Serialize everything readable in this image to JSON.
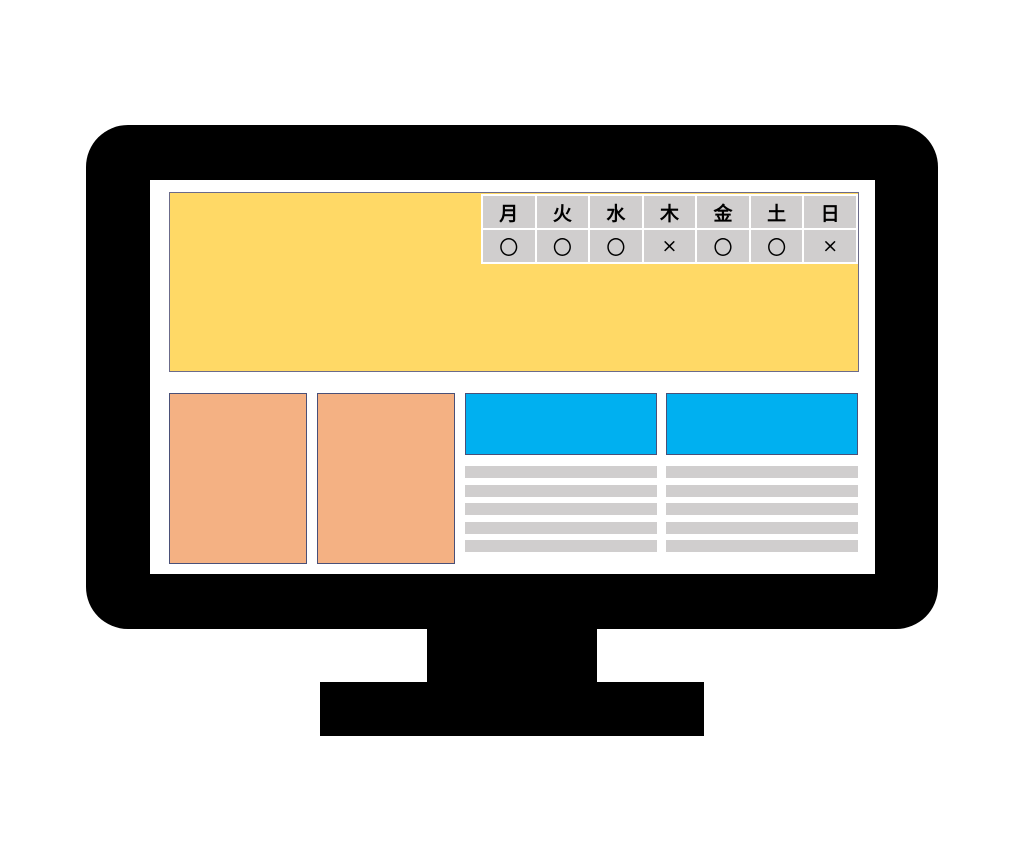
{
  "colors": {
    "monitor": "#000000",
    "screen": "#ffffff",
    "hero": "#ffd966",
    "schedule_cell": "#d0cece",
    "thumbnail": "#f4b183",
    "card_header": "#00b0f0",
    "text_line": "#d0cece"
  },
  "schedule": {
    "days": [
      "月",
      "火",
      "水",
      "木",
      "金",
      "土",
      "日"
    ],
    "marks": [
      "〇",
      "〇",
      "〇",
      "×",
      "〇",
      "〇",
      "×"
    ]
  }
}
